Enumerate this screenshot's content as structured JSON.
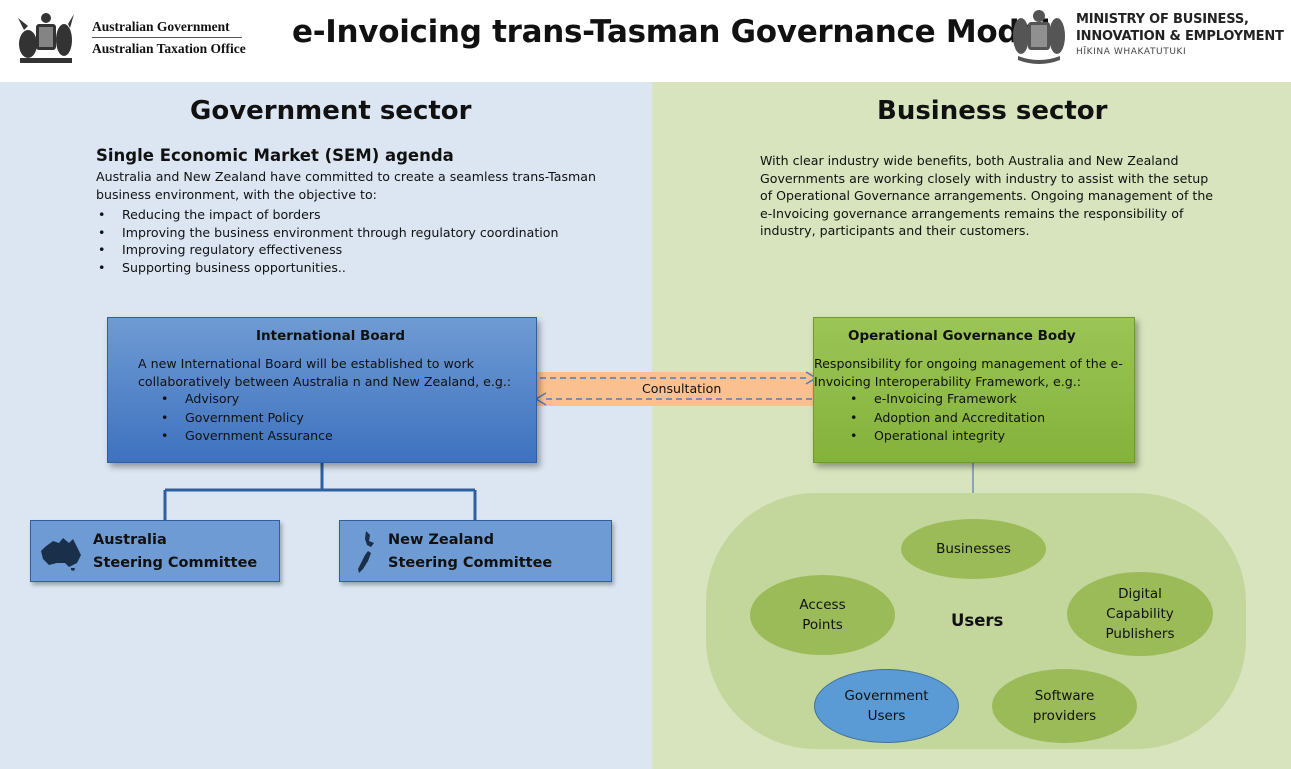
{
  "header": {
    "au_logo": {
      "line1": "Australian Government",
      "line2": "Australian Taxation Office",
      "icon": "australian-coat-of-arms-icon"
    },
    "title": "e-Invoicing trans-Tasman  Governance Model",
    "nz_logo": {
      "line1": "MINISTRY OF BUSINESS,",
      "line2": "INNOVATION & EMPLOYMENT",
      "sub": "HĪKINA WHAKATUTUKI",
      "icon": "nz-coat-of-arms-icon"
    }
  },
  "government": {
    "title": "Government sector",
    "sem_heading": "Single Economic Market (SEM) agenda",
    "sem_intro": "Australia and New Zealand have committed to create a seamless trans-Tasman business environment, with the objective to:",
    "sem_bullets": [
      "Reducing the impact of borders",
      "Improving the business environment through regulatory coordination",
      "Improving regulatory effectiveness",
      "Supporting business opportunities.."
    ],
    "international_board": {
      "title": "International Board",
      "text": "A new International Board will be established to work collaboratively between Australia n and New Zealand, e.g.:",
      "items": [
        "Advisory",
        "Government Policy",
        "Government Assurance"
      ]
    },
    "au_steering": {
      "line1": "Australia",
      "line2": "Steering Committee",
      "icon": "australia-map-icon"
    },
    "nz_steering": {
      "line1": "New Zealand",
      "line2": "Steering Committee",
      "icon": "new-zealand-map-icon"
    }
  },
  "consultation": {
    "label": "Consultation"
  },
  "business": {
    "title": "Business sector",
    "description": "With clear industry wide benefits, both Australia and New Zealand Governments are working closely with industry to assist with the setup of Operational Governance arrangements. Ongoing management of the e-Invoicing governance arrangements remains the responsibility of industry, participants and their customers.",
    "ogb": {
      "title": "Operational Governance  Body",
      "text": "Responsibility for ongoing management of the e-Invoicing Interoperability Framework, e.g.:",
      "items": [
        "e-Invoicing Framework",
        "Adoption and Accreditation",
        "Operational integrity"
      ]
    },
    "users": {
      "label": "Users",
      "businesses": "Businesses",
      "access_points": [
        "Access",
        "Points"
      ],
      "digital": [
        "Digital",
        "Capability",
        "Publishers"
      ],
      "government_users": [
        "Government",
        "Users"
      ],
      "software": [
        "Software",
        "providers"
      ]
    }
  },
  "colors": {
    "government_bg": "#dce6f2",
    "business_bg": "#d7e4bd",
    "board_blue": "#4f81bd",
    "ogb_green": "#8db440",
    "consultation_orange": "#fac090",
    "users_area": "#c3d69b"
  }
}
